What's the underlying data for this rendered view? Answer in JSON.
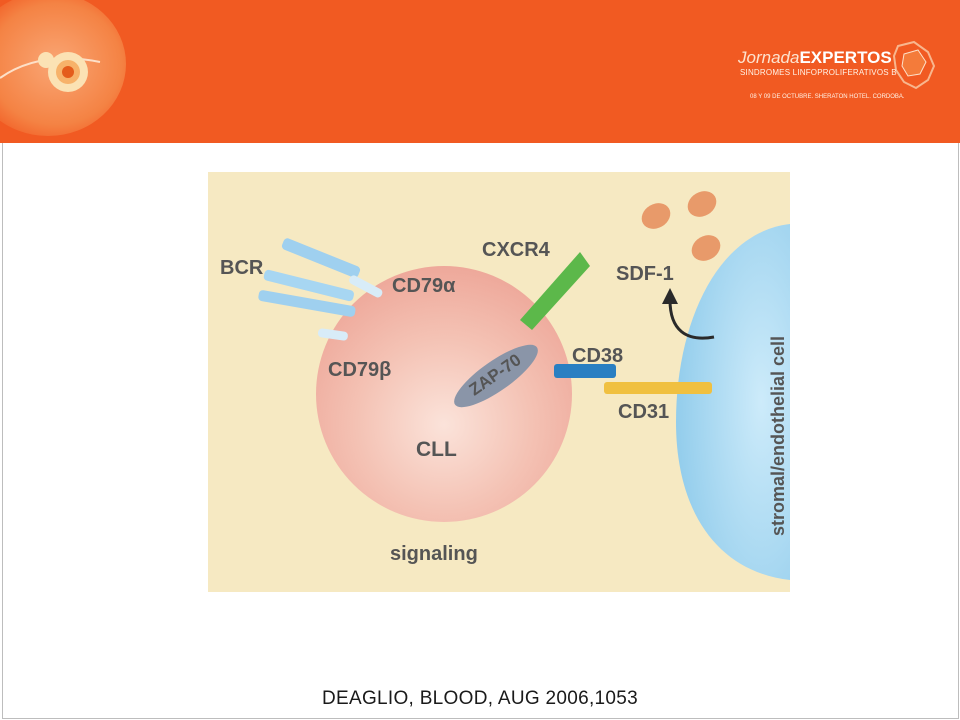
{
  "header": {
    "brand_word1": "Jornada",
    "brand_word2": "EXPERTOS",
    "brand_subtitle": "SINDROMES LINFOPROLIFERATIVOS B",
    "brand_dateline": "08 Y 09 DE OCTUBRE. SHERATON HOTEL. CORDOBA.",
    "brand_color": "#f15a22"
  },
  "diagram": {
    "labels": {
      "bcr": "BCR",
      "cd79a": "CD79α",
      "cd79b": "CD79β",
      "cxcr4": "CXCR4",
      "sdf1": "SDF-1",
      "zap70": "ZAP-70",
      "cd38": "CD38",
      "cd31": "CD31",
      "cll": "CLL",
      "signaling": "signaling",
      "stromal": "stromal/endothelial cell"
    },
    "colors": {
      "background": "#f6e9c2",
      "cll_cell": "#f2b6a8",
      "stromal_cell": "#a9d6f0",
      "cxcr4": "#5cb84a",
      "cd38": "#2a7fc2",
      "cd31": "#f0c040",
      "sdf1": "#e89a6a",
      "zap70": "#8a95a8"
    }
  },
  "citation": "DEAGLIO, BLOOD, AUG 2006,1053"
}
